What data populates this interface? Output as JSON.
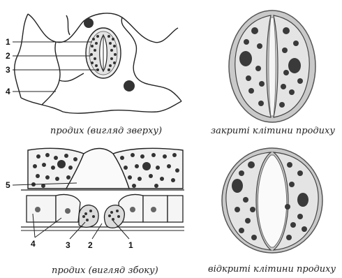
{
  "captions": {
    "top_left": "продих (вигляд зверху)",
    "top_right": "закриті клітини продиху",
    "bottom_left": "продих (вигляд збоку)",
    "bottom_right": "відкриті клітини продиху"
  },
  "labels": {
    "top_view": [
      "1",
      "2",
      "3",
      "4"
    ],
    "side_view": [
      "5",
      "4",
      "3",
      "2",
      "1"
    ]
  },
  "colors": {
    "line": "#222222",
    "cell_fill": "#f2f2f2",
    "guard_fill": "#d9d9d9",
    "chloroplast": "#3a3a3a",
    "stoma_outer": "#c8c8c8"
  }
}
